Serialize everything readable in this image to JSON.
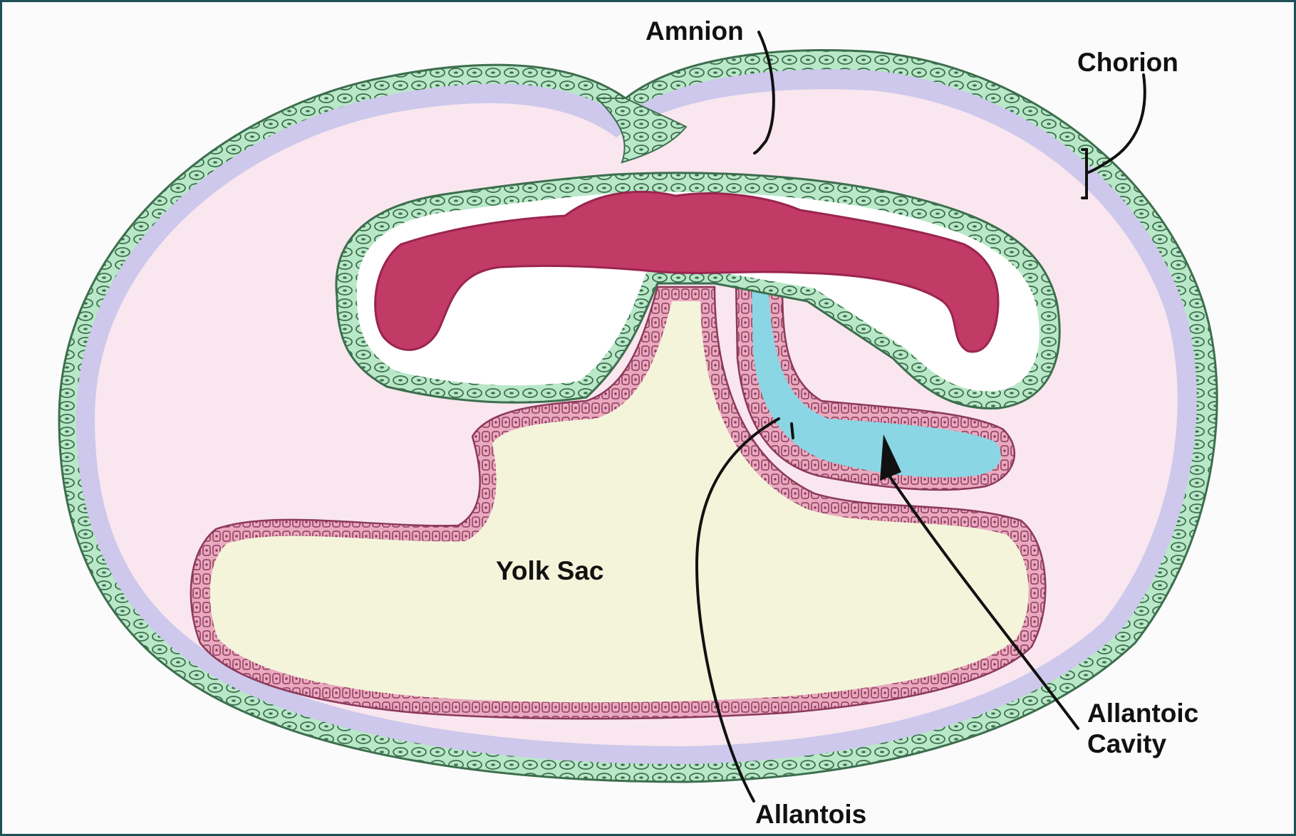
{
  "labels": {
    "amnion": "Amnion",
    "chorion": "Chorion",
    "yolk_sac": "Yolk Sac",
    "allantoic_cavity_line1": "Allantoic",
    "allantoic_cavity_line2": "Cavity",
    "allantois": "Allantois"
  },
  "colors": {
    "frame": "#1f4f57",
    "background": "#fbfbfb",
    "extraembryonic_mesoderm": "#cdc8ec",
    "chorionic_cavity": "#f9e6ee",
    "ectoderm_cells": "#b9e8c8",
    "endoderm_cells": "#e9a9bf",
    "embryo": "#c23a66",
    "yolk_sac": "#f4f4da",
    "allantoic_cavity": "#8ad6e4",
    "amniotic_cavity": "#ffffff",
    "leader_lines": "#111111"
  }
}
